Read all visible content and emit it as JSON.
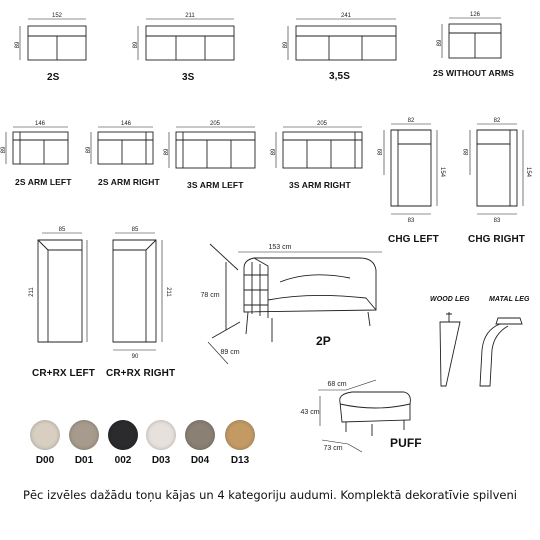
{
  "modules": {
    "s2": {
      "label": "2S",
      "width": "152",
      "height": "89"
    },
    "s3": {
      "label": "3S",
      "width": "211",
      "height": "89"
    },
    "s35": {
      "label": "3,5S",
      "width": "241",
      "height": "89"
    },
    "s2na": {
      "label": "2S WITHOUT ARMS",
      "width": "126",
      "height": "89"
    },
    "s2l": {
      "label": "2S ARM LEFT",
      "width": "146",
      "height": "89"
    },
    "s2r": {
      "label": "2S ARM RIGHT",
      "width": "146",
      "height": "89"
    },
    "s3l": {
      "label": "3S ARM LEFT",
      "width": "205",
      "height": "89"
    },
    "s3r": {
      "label": "3S ARM RIGHT",
      "width": "205",
      "height": "89"
    },
    "chgl": {
      "label": "CHG LEFT",
      "top": "82",
      "side_v": "89",
      "side_h": "154",
      "bottom": "83"
    },
    "chgr": {
      "label": "CHG RIGHT",
      "top": "82",
      "side_v": "89",
      "side_h": "154",
      "bottom": "83"
    },
    "crl": {
      "label": "CR+RX LEFT",
      "top": "85",
      "side": "211"
    },
    "crr": {
      "label": "CR+RX RIGHT",
      "top": "85",
      "side": "211",
      "bottom": "90"
    }
  },
  "sofa2p": {
    "label": "2P",
    "width": "153 cm",
    "height": "78 cm",
    "depth": "89 cm"
  },
  "puff": {
    "label": "PUFF",
    "width": "68 cm",
    "height": "43 cm",
    "depth": "73 cm"
  },
  "legs": {
    "wood": "WOOD LEG",
    "metal": "MATAL LEG"
  },
  "swatches": [
    {
      "code": "D00",
      "color": "#d8cfc2"
    },
    {
      "code": "D01",
      "color": "#a69b8d"
    },
    {
      "code": "002",
      "color": "#2b2b2e"
    },
    {
      "code": "D03",
      "color": "#e6e1dc"
    },
    {
      "code": "D04",
      "color": "#8a8074"
    },
    {
      "code": "D13",
      "color": "#c49a64"
    }
  ],
  "caption": "Pēc izvēles dažādu toņu kājas un 4 kategoriju audumi. Komplektā dekoratīvie spilveni"
}
